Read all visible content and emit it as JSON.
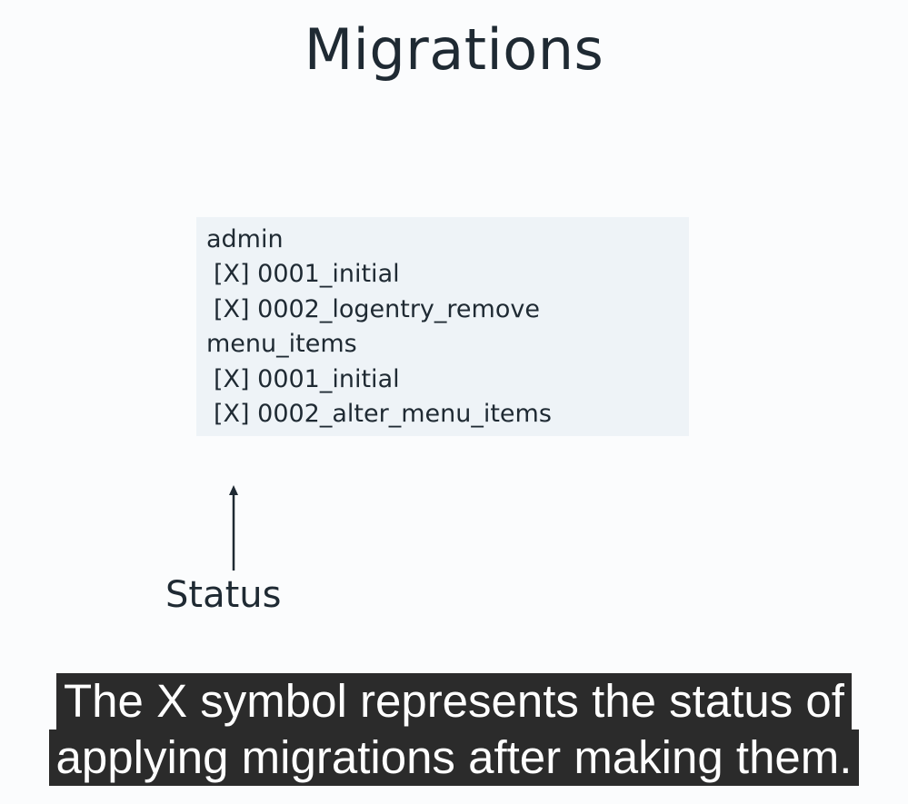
{
  "slide": {
    "title": "Migrations",
    "code_lines": [
      {
        "text": "admin",
        "indent": false
      },
      {
        "text": "[X] 0001_initial",
        "indent": true
      },
      {
        "text": "[X] 0002_logentry_remove",
        "indent": true
      },
      {
        "text": "menu_items",
        "indent": false
      },
      {
        "text": "[X] 0001_initial",
        "indent": true
      },
      {
        "text": "[X] 0002_alter_menu_items",
        "indent": true
      }
    ],
    "arrow_label": "Status"
  },
  "captions": {
    "line1": "The X symbol represents the status of",
    "line2": "applying migrations after making them."
  },
  "colors": {
    "background": "#fbfcfd",
    "text": "#1f2a33",
    "code_box": "#eef3f7",
    "caption_bg": "#2b2b2b",
    "caption_text": "#ffffff"
  }
}
